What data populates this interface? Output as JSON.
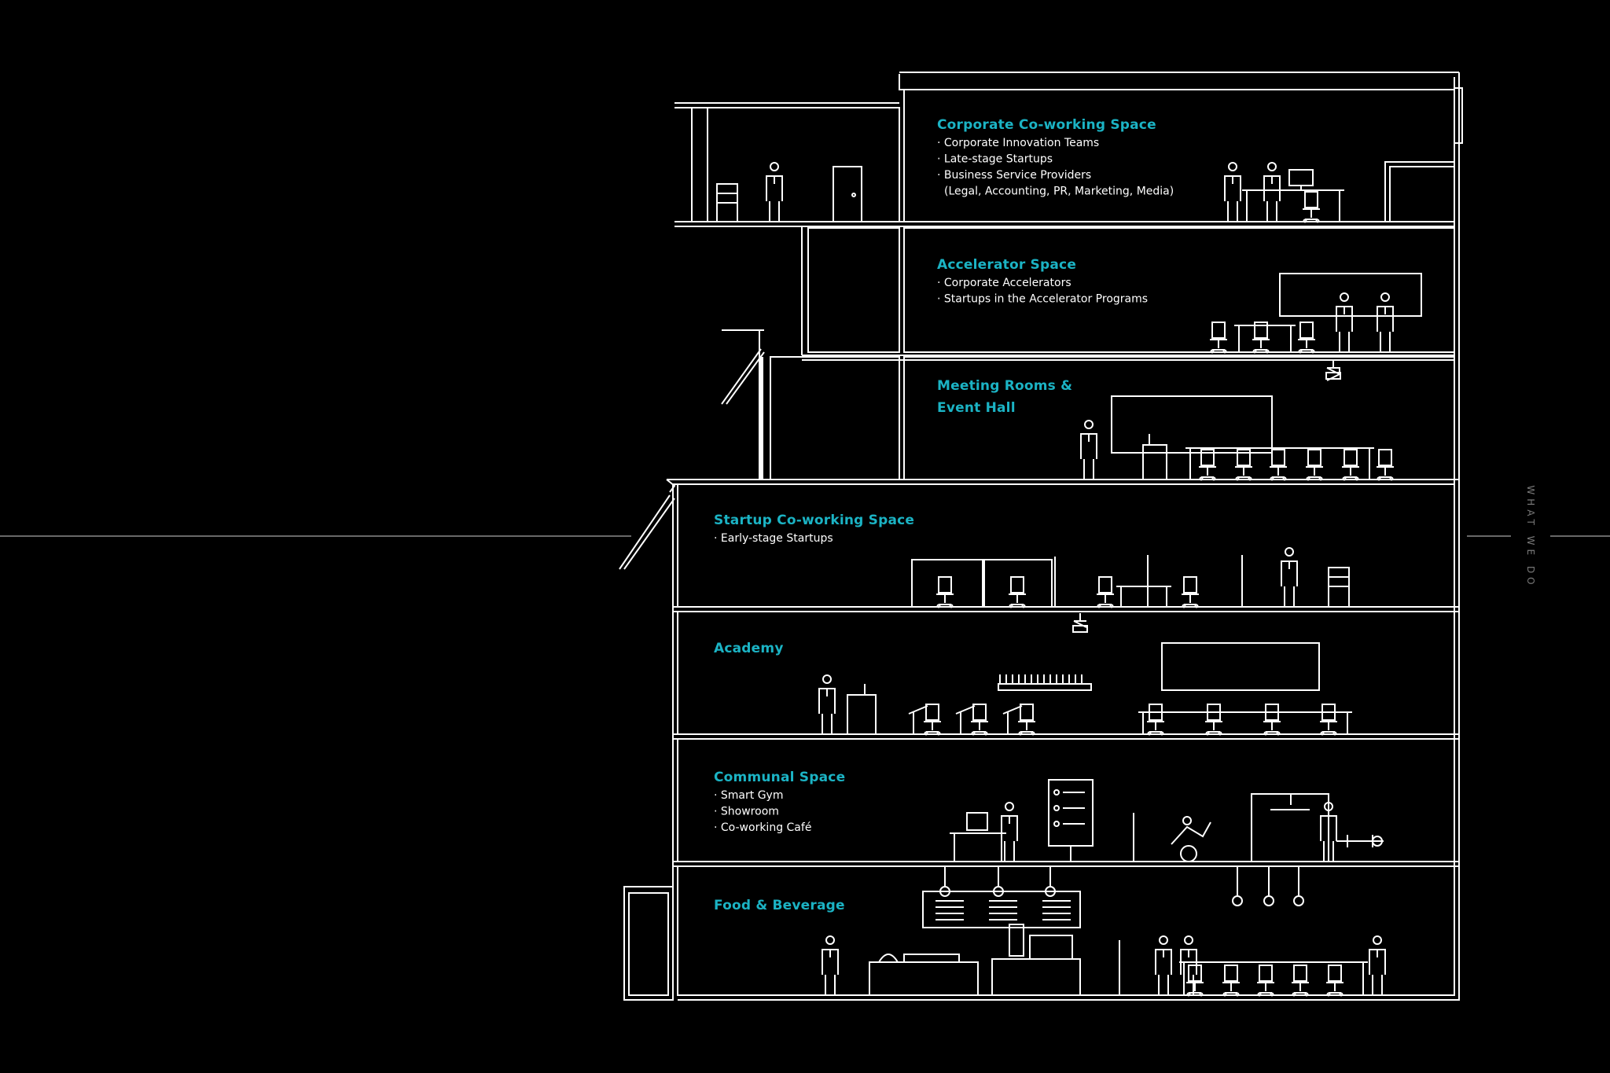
{
  "side_label": "WHAT WE DO",
  "colors": {
    "background": "#000000",
    "line": "#ffffff",
    "heading": "#1bb3c4",
    "text": "#ffffff",
    "divider": "#8a8a8a",
    "side_label": "#7a7a7a"
  },
  "floors": [
    {
      "id": "corporate",
      "heading": [
        "Corporate Co-working Space"
      ],
      "items": [
        "· Corporate Innovation Teams",
        "· Late-stage Startups",
        "· Business Service Providers",
        "(Legal, Accounting, PR, Marketing, Media)"
      ]
    },
    {
      "id": "accelerator",
      "heading": [
        "Accelerator Space"
      ],
      "items": [
        "· Corporate Accelerators",
        "· Startups in the Accelerator Programs"
      ]
    },
    {
      "id": "meeting",
      "heading": [
        "Meeting Rooms &",
        "Event Hall"
      ],
      "items": []
    },
    {
      "id": "startup",
      "heading": [
        "Startup Co-working Space"
      ],
      "items": [
        "· Early-stage Startups"
      ]
    },
    {
      "id": "academy",
      "heading": [
        "Academy"
      ],
      "items": []
    },
    {
      "id": "communal",
      "heading": [
        "Communal Space"
      ],
      "items": [
        "· Smart Gym",
        "· Showroom",
        "· Co-working Café"
      ]
    },
    {
      "id": "food",
      "heading": [
        "Food & Beverage"
      ],
      "items": []
    }
  ]
}
